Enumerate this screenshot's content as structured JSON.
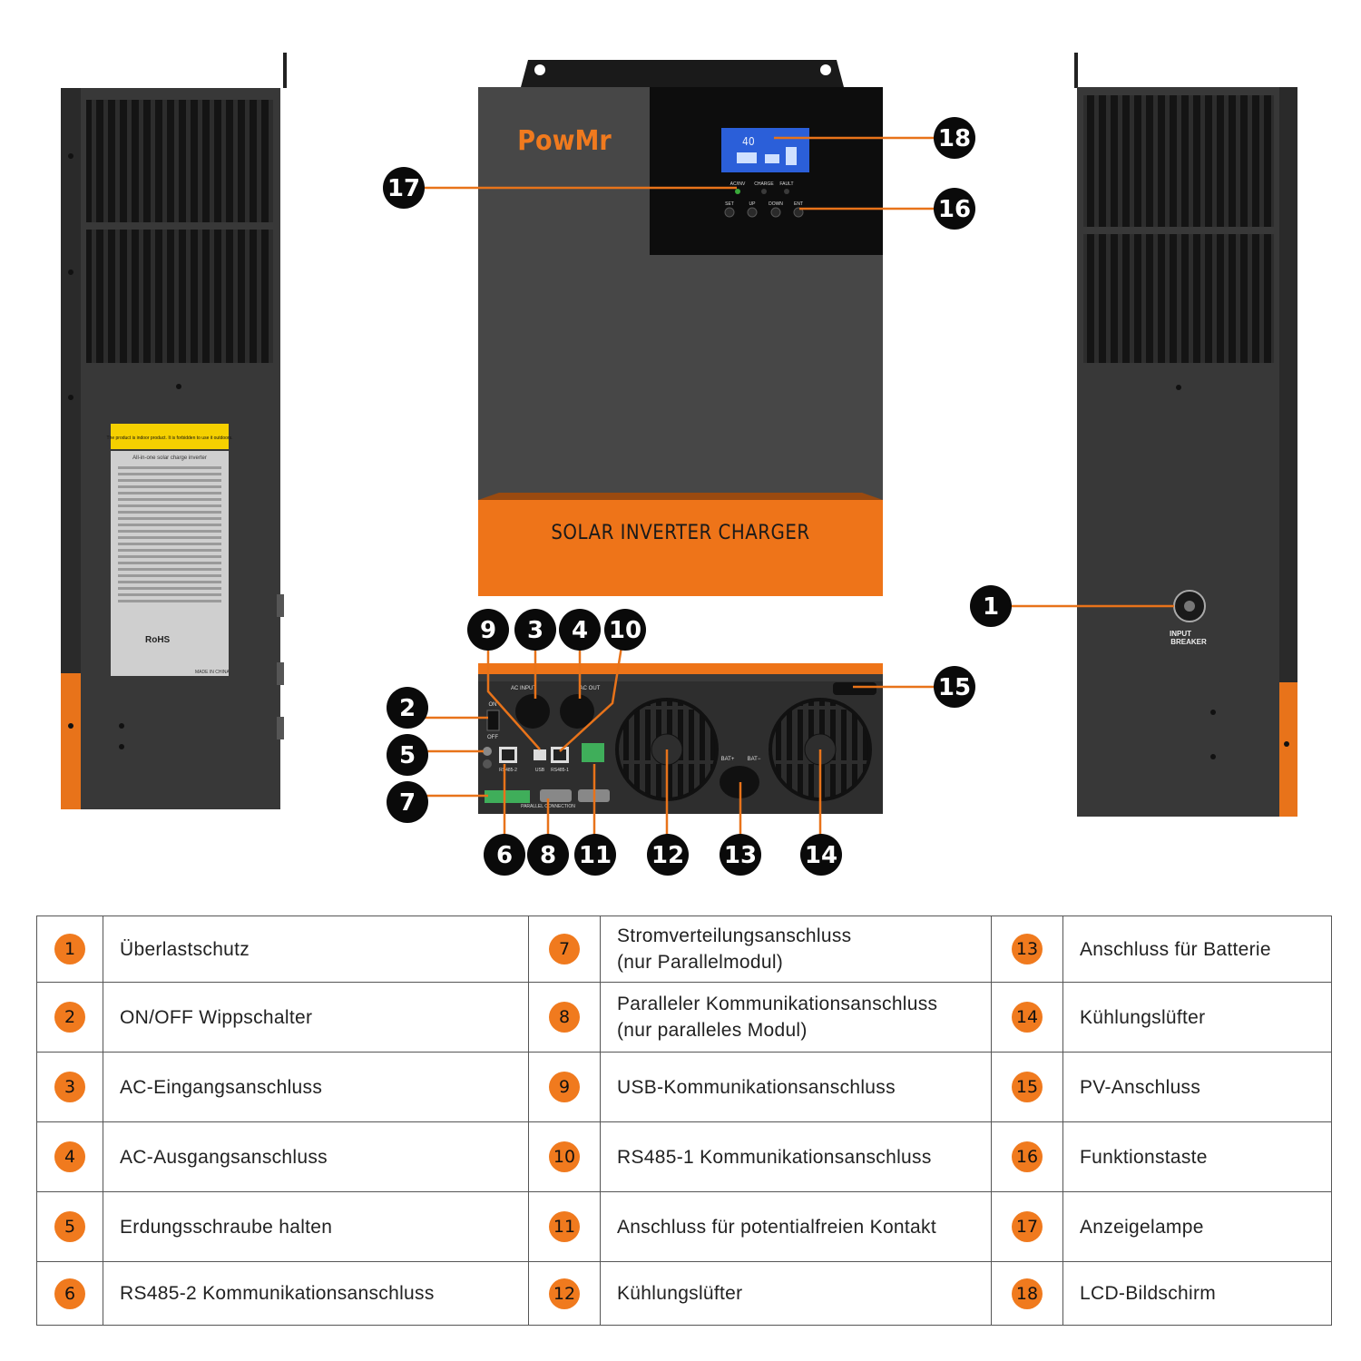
{
  "device": {
    "brand": "PowMr",
    "front_label": "SOLAR INVERTER CHARGER",
    "indicators": [
      "AC/INV",
      "CHARGE",
      "FAULT"
    ],
    "buttons": [
      "SET",
      "UP",
      "DOWN",
      "ENT"
    ],
    "lcd_reading": "40",
    "breaker_label": [
      "INPUT",
      "BREAKER"
    ],
    "switch_on": "ON",
    "switch_off": "OFF",
    "port_ac_in": "AC INPUT",
    "port_ac_out": "AC OUT",
    "port_rs485_2": "RS485-2",
    "port_usb": "USB",
    "port_rs485_1": "RS485-1",
    "parallel_connection": "PARALLEL CONNECTION",
    "bat_plus": "BAT+",
    "bat_minus": "BAT−",
    "side_sticker_warning": "The product is indoor product. It is forbidden to use it outdoors.",
    "side_sticker_title": "All-in-one solar charge inverter",
    "side_sticker_rohs": "RoHS",
    "side_sticker_made_in": "MADE IN CHINA"
  },
  "callouts": [
    "1",
    "2",
    "3",
    "4",
    "5",
    "6",
    "7",
    "8",
    "9",
    "10",
    "11",
    "12",
    "13",
    "14",
    "15",
    "16",
    "17",
    "18"
  ],
  "legend": [
    [
      {
        "num": "1",
        "label": "Überlastschutz"
      },
      {
        "num": "7",
        "label": "Stromverteilungsanschluss\n(nur Parallelmodul)"
      },
      {
        "num": "13",
        "label": "Anschluss für Batterie"
      }
    ],
    [
      {
        "num": "2",
        "label": "ON/OFF Wippschalter"
      },
      {
        "num": "8",
        "label": "Paralleler Kommunikationsanschluss\n(nur paralleles Modul)"
      },
      {
        "num": "14",
        "label": "Kühlungslüfter"
      }
    ],
    [
      {
        "num": "3",
        "label": "AC-Eingangsanschluss"
      },
      {
        "num": "9",
        "label": "USB-Kommunikationsanschluss"
      },
      {
        "num": "15",
        "label": "PV-Anschluss"
      }
    ],
    [
      {
        "num": "4",
        "label": "AC-Ausgangsanschluss"
      },
      {
        "num": "10",
        "label": "RS485-1 Kommunikationsanschluss"
      },
      {
        "num": "16",
        "label": "Funktionstaste"
      }
    ],
    [
      {
        "num": "5",
        "label": "Erdungsschraube halten"
      },
      {
        "num": "11",
        "label": "Anschluss für potentialfreien Kontakt"
      },
      {
        "num": "17",
        "label": "Anzeigelampe"
      }
    ],
    [
      {
        "num": "6",
        "label": "RS485-2 Kommunikationsanschluss"
      },
      {
        "num": "12",
        "label": "Kühlungslüfter"
      },
      {
        "num": "18",
        "label": "LCD-Bildschirm"
      }
    ]
  ],
  "colors": {
    "accent": "#f07a1e",
    "body": "#3a3a3a",
    "panel": "#0d0d0d",
    "lcd": "#2b5fd9"
  }
}
